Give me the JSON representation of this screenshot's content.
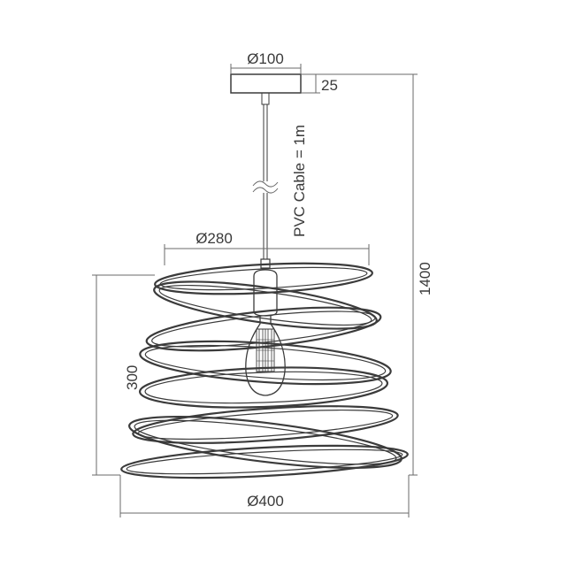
{
  "diagram": {
    "labels": {
      "canopy_diameter": "Ø100",
      "canopy_height": "25",
      "cable": "PVC Cable = 1m",
      "top_diameter": "Ø280",
      "shade_height": "300",
      "overall_height": "1400",
      "bottom_diameter": "Ø400"
    },
    "colors": {
      "line": "#3b3b3b",
      "dimension": "#6a6a6a",
      "text": "#3a3a3a"
    }
  }
}
